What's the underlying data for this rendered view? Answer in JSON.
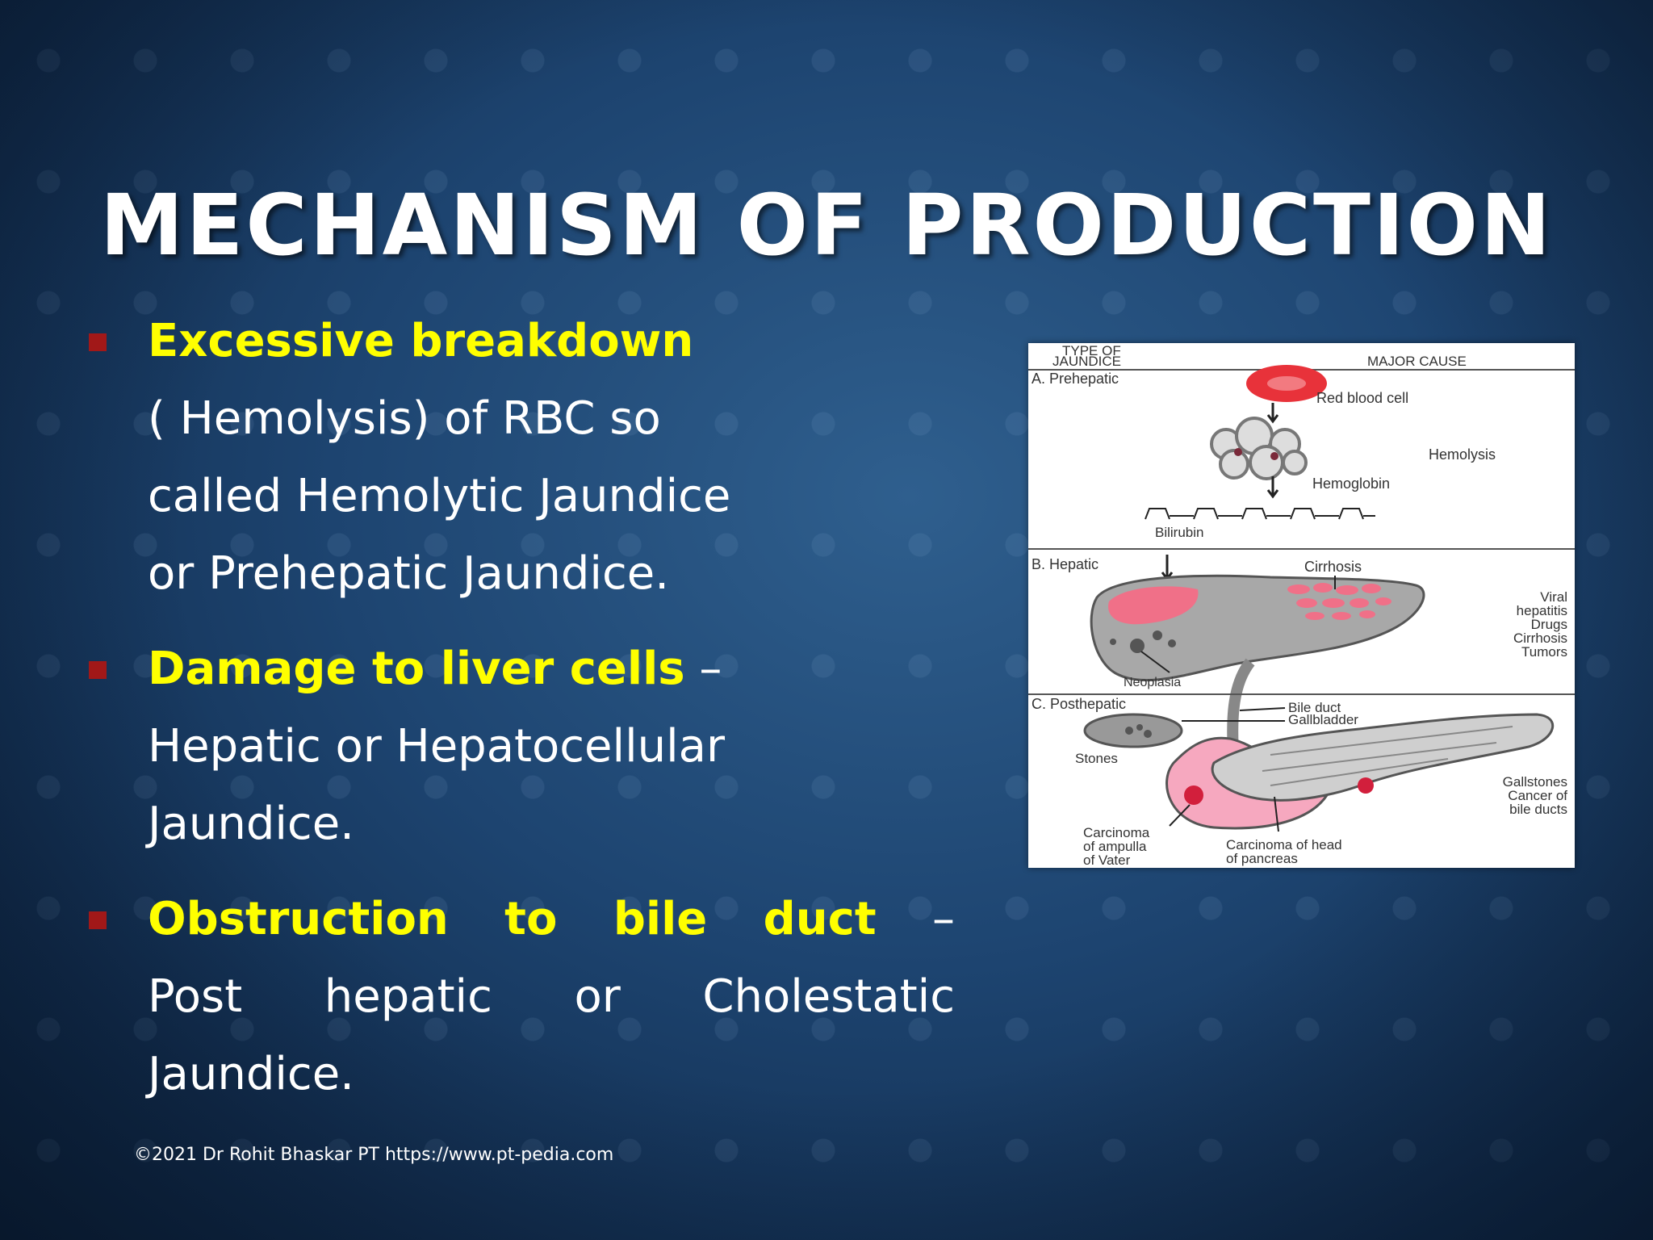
{
  "slide": {
    "title": "MECHANISM OF PRODUCTION",
    "copyright": "©2021 Dr Rohit Bhaskar PT https://www.pt-pedia.com"
  },
  "colors": {
    "highlight": "#ffff00",
    "bullet_marker": "#a11818",
    "text": "#ffffff"
  },
  "bullets": [
    {
      "heading": "Excessive breakdown",
      "lines": [
        "( Hemolysis) of RBC so",
        "called Hemolytic Jaundice",
        "or Prehepatic Jaundice."
      ]
    },
    {
      "heading": "Damage to liver cells",
      "suffix": " –",
      "lines": [
        "Hepatic or Hepatocellular",
        "Jaundice."
      ]
    },
    {
      "heading_words": [
        "Obstruction",
        "to",
        "bile",
        "duct"
      ],
      "suffix": "–",
      "line1_words": [
        "Post",
        "hepatic",
        "or",
        "Cholestatic"
      ],
      "line2": "Jaundice."
    }
  ],
  "figure": {
    "header_type": [
      "TYPE OF",
      "JAUNDICE"
    ],
    "header_cause": "MAJOR CAUSE",
    "section_a": "A. Prehepatic",
    "red_blood_cell": "Red blood cell",
    "hemolysis": "Hemolysis",
    "hemoglobin": "Hemoglobin",
    "bilirubin": "Bilirubin",
    "section_b": "B. Hepatic",
    "cirrhosis": "Cirrhosis",
    "hepatic_causes": [
      "Viral",
      "hepatitis",
      "Drugs",
      "Cirrhosis",
      "Tumors"
    ],
    "neoplasia": "Neoplasia",
    "section_c": "C. Posthepatic",
    "bile_duct": "Bile duct",
    "gallbladder": "Gallbladder",
    "stones": "Stones",
    "posthepatic_causes": [
      "Gallstones",
      "Cancer of",
      "bile ducts"
    ],
    "carcinoma_ampulla": [
      "Carcinoma",
      "of ampulla",
      "of Vater"
    ],
    "carcinoma_pancreas": [
      "Carcinoma of head",
      "of pancreas"
    ]
  }
}
